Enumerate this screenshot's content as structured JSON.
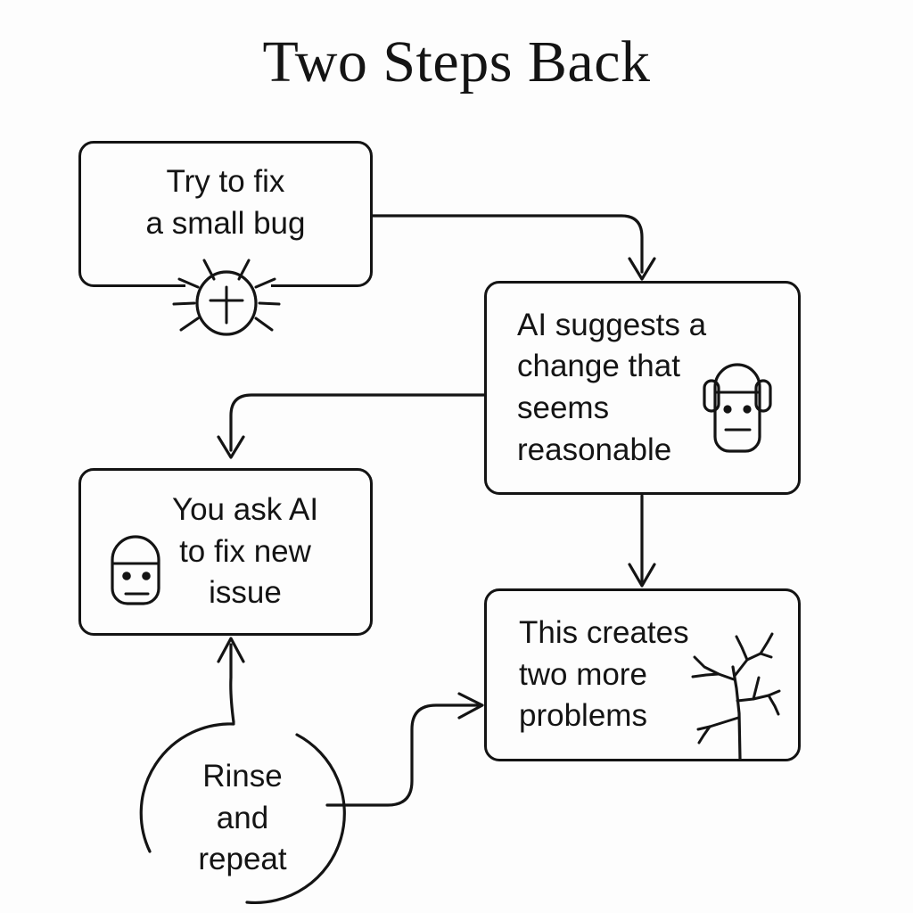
{
  "title": "Two Steps Back",
  "diagram": {
    "type": "flowchart",
    "style": "hand-drawn whiteboard sketch",
    "background_color": "#fdfdfd",
    "stroke_color": "#141414",
    "nodes": [
      {
        "id": "fix-bug",
        "label": "Try to fix\na small bug",
        "shape": "rounded-rectangle",
        "icon": "bug-icon",
        "icon_position": "bottom-center-straddling-border"
      },
      {
        "id": "ai-suggests",
        "label": "AI suggests a\nchange that\nseems\nreasonable",
        "shape": "rounded-rectangle",
        "icon": "robot-head-icon",
        "icon_position": "right-middle"
      },
      {
        "id": "ask-ai",
        "label": "You ask AI\nto fix new\nissue",
        "shape": "rounded-rectangle",
        "icon": "robot-head-icon",
        "icon_position": "left-middle"
      },
      {
        "id": "two-more-problems",
        "label": "This creates\ntwo more\nproblems",
        "shape": "rounded-rectangle",
        "icon": "bare-tree-icon",
        "icon_position": "right-middle"
      },
      {
        "id": "rinse-repeat",
        "label": "Rinse\nand\nrepeat",
        "shape": "open-circle-loop",
        "icon": "none"
      }
    ],
    "edges": [
      {
        "from": "fix-bug",
        "to": "ai-suggests",
        "arrow": "down",
        "routing": "right-then-down"
      },
      {
        "from": "ai-suggests",
        "to": "ask-ai",
        "arrow": "down",
        "routing": "left-then-down"
      },
      {
        "from": "ai-suggests",
        "to": "two-more-problems",
        "arrow": "down",
        "routing": "straight-down"
      },
      {
        "from": "two-more-problems",
        "to": "rinse-repeat",
        "arrow": "right",
        "routing": "s-curve"
      },
      {
        "from": "rinse-repeat",
        "to": "ask-ai",
        "arrow": "up",
        "routing": "up"
      }
    ]
  }
}
